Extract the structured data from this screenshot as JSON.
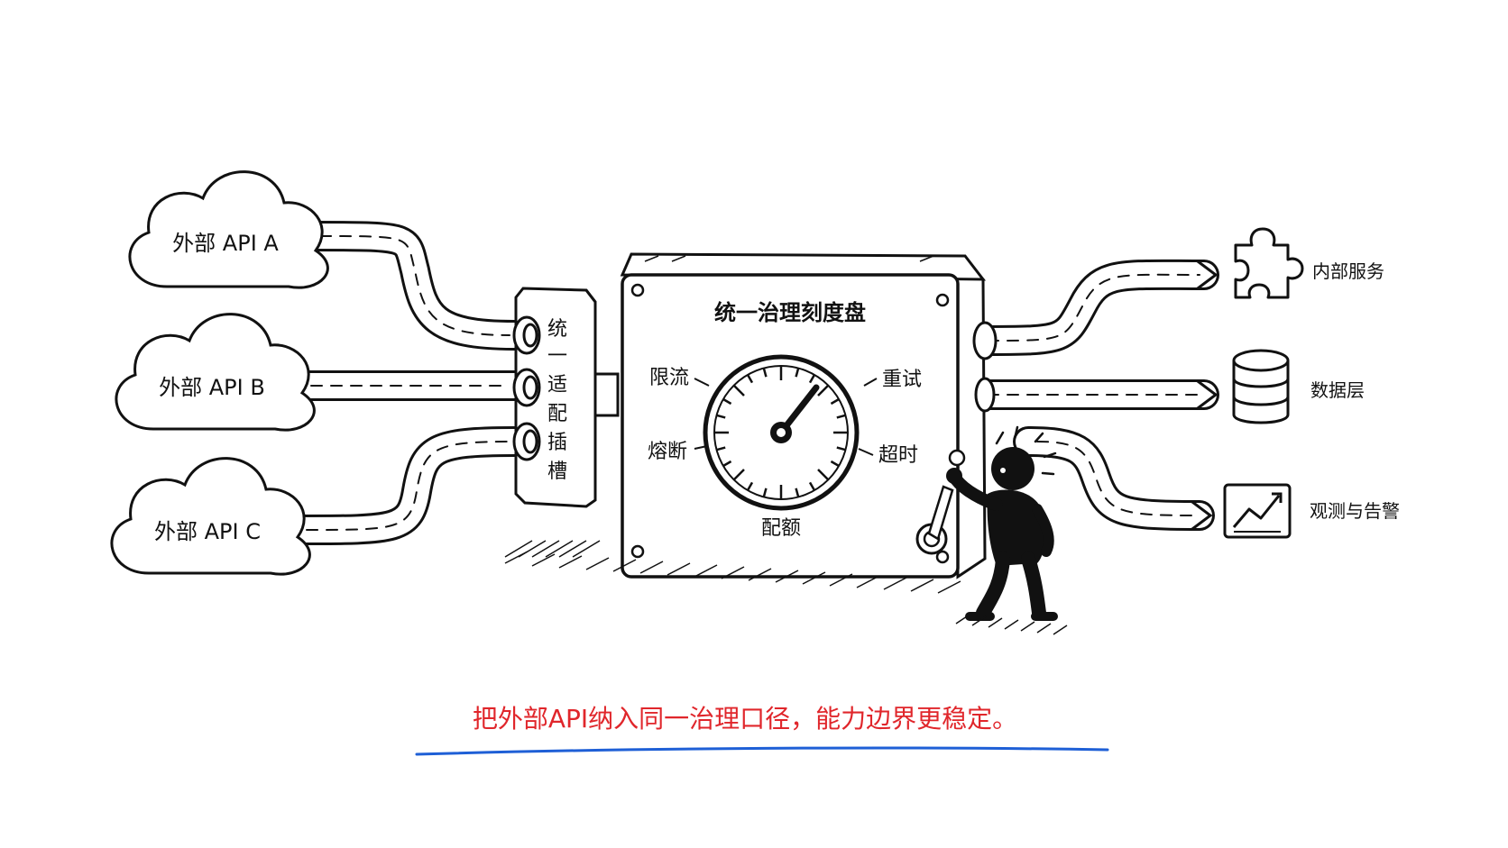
{
  "sources": [
    {
      "label": "外部 API A"
    },
    {
      "label": "外部 API B"
    },
    {
      "label": "外部 API C"
    }
  ],
  "adapter": {
    "label_chars": [
      "统",
      "一",
      "适",
      "配",
      "插",
      "槽"
    ]
  },
  "dashboard": {
    "title": "统一治理刻度盘",
    "labels": {
      "rate_limit": "限流",
      "circuit_breaker": "熔断",
      "retry": "重试",
      "timeout": "超时",
      "quota": "配额"
    }
  },
  "outputs": [
    {
      "label": "内部服务",
      "icon": "puzzle-icon"
    },
    {
      "label": "数据层",
      "icon": "database-icon"
    },
    {
      "label": "观测与告警",
      "icon": "chart-monitor-icon"
    }
  ],
  "caption": {
    "text": "把外部API纳入同一治理口径，能力边界更稳定。"
  },
  "colors": {
    "caption": "#e0262b",
    "underline": "#1e5fd6",
    "ink": "#111111"
  }
}
